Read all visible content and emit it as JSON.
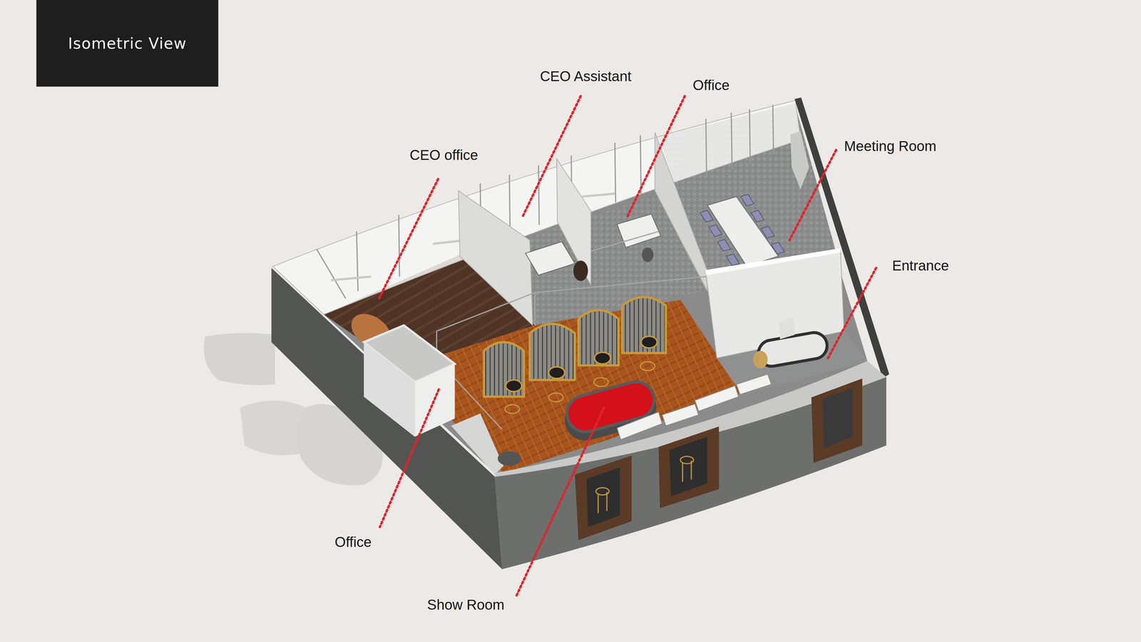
{
  "diagram": {
    "title": "Isometric View",
    "labels": [
      "CEO Assistant",
      "Office",
      "CEO office",
      "Meeting Room",
      "Entrance",
      "Office",
      "Show Room"
    ]
  }
}
